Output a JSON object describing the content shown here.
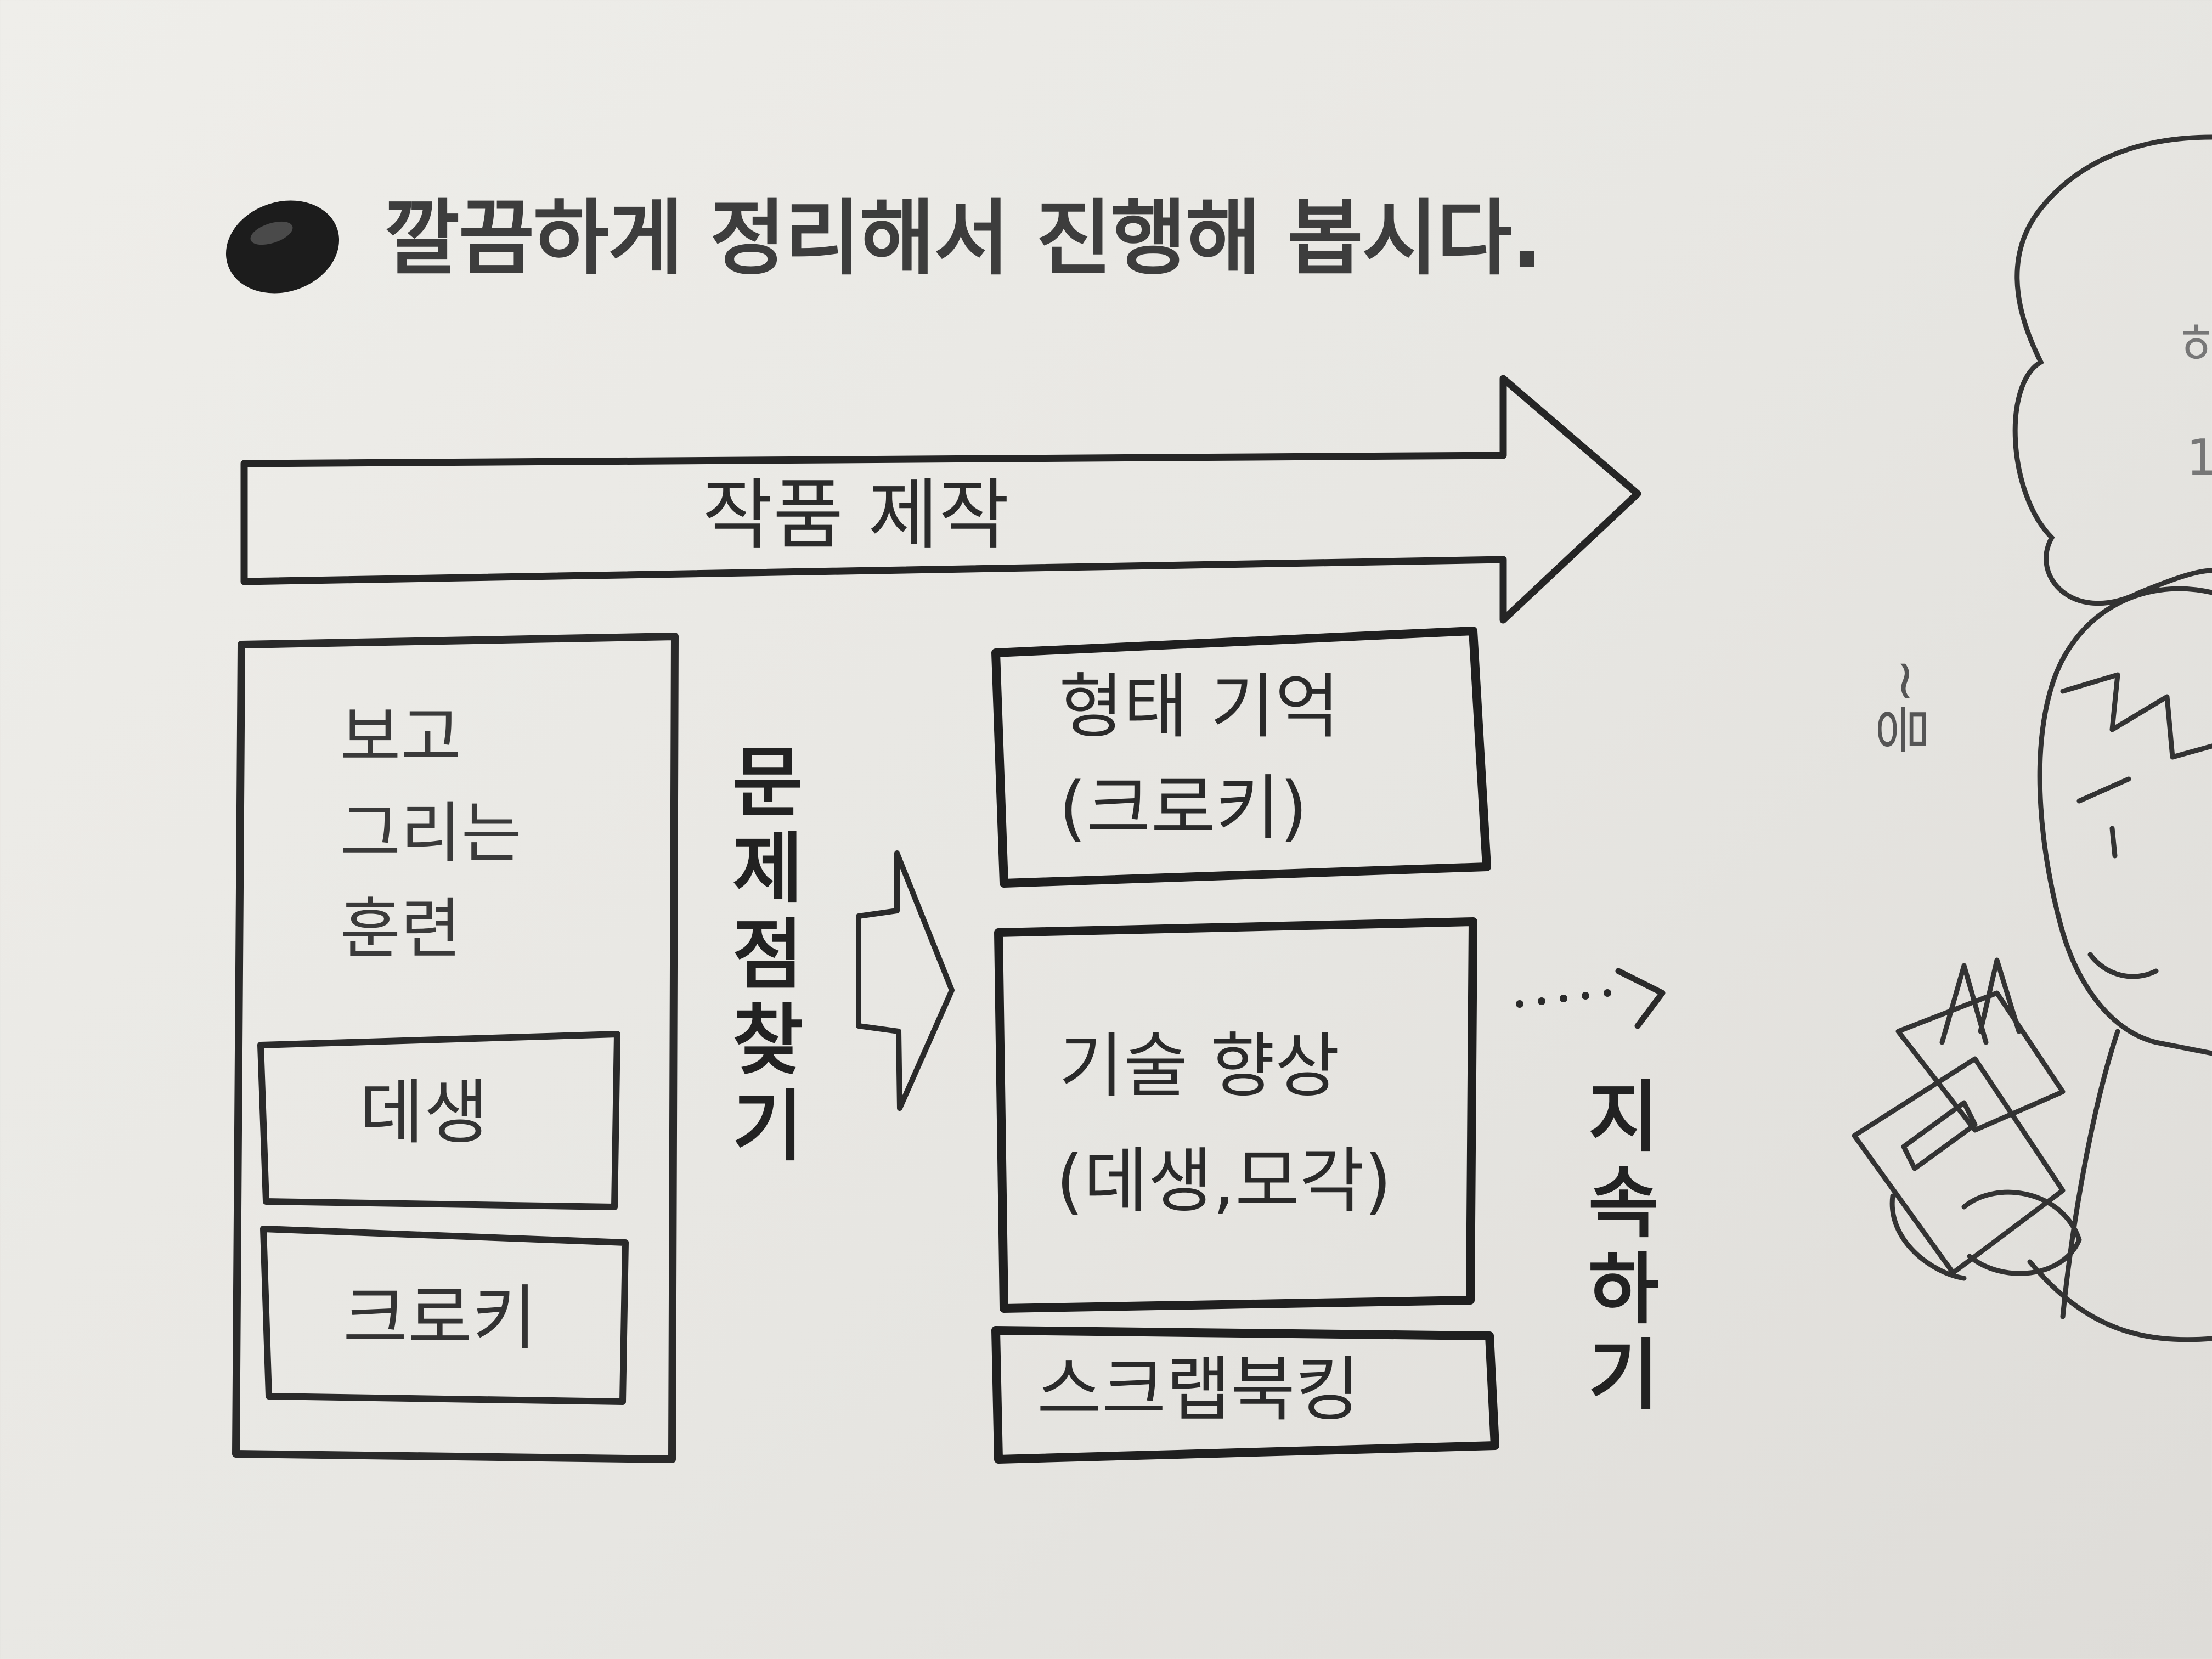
{
  "heading": "깔끔하게 정리해서 진행해 봅시다.",
  "top_arrow": {
    "label": "작품 제작"
  },
  "left_group": {
    "title_lines": [
      "보고",
      "그리는",
      "훈련"
    ],
    "items": [
      "데생",
      "크로키"
    ]
  },
  "problem": {
    "chars": [
      "문",
      "제",
      "점",
      "찾",
      "기"
    ]
  },
  "right_group": {
    "box1_lines": [
      "형태 기억",
      "(크로키)"
    ],
    "box2_lines": [
      "기술 향상",
      "(데생,모각)"
    ],
    "box3": "스크랩북킹"
  },
  "continue": {
    "chars": [
      "지",
      "속",
      "하",
      "기"
    ]
  },
  "character": {
    "speech": "음~"
  },
  "edge_fragments": [
    "하",
    "1"
  ]
}
